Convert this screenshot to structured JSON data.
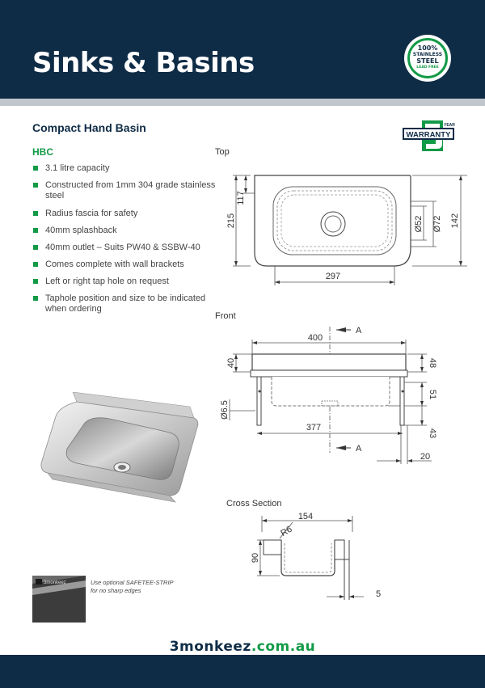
{
  "header": {
    "title": "Sinks & Basins"
  },
  "badge": {
    "line1": "100%",
    "line2": "STAINLESS",
    "line3": "STEEL",
    "line4": "LEAD FREE"
  },
  "product": {
    "subtitle": "Compact Hand Basin",
    "model": "HBC"
  },
  "features": [
    "3.1 litre capacity",
    "Constructed from 1mm 304 grade stainless steel",
    "Radius fascia for safety",
    "40mm splashback",
    "40mm outlet – Suits PW40 & SSBW-40",
    "Comes complete with wall brackets",
    "Left or right tap hole on request",
    "Taphole position and size to be indicated when ordering"
  ],
  "warranty": {
    "year_label": "YEAR",
    "number": "5",
    "word": "WARRANTY"
  },
  "diagrams": {
    "top": {
      "label": "Top",
      "dim_117": "117",
      "dim_215": "215",
      "dim_52": "Ø52",
      "dim_72": "Ø72",
      "dim_142": "142",
      "dim_297": "297"
    },
    "front": {
      "label": "Front",
      "dim_400": "400",
      "section_a_top": "A",
      "section_a_bottom": "A",
      "dim_40": "40",
      "dim_48": "48",
      "dim_65": "Ø6.5",
      "dim_51": "51",
      "dim_377": "377",
      "dim_43": "43",
      "dim_20": "20"
    },
    "cross": {
      "label": "Cross Section",
      "dim_154": "154",
      "dim_r6": "R6",
      "dim_90": "90",
      "dim_5": "5"
    }
  },
  "strip": {
    "brand": "3monkeez",
    "caption_line1": "Use optional SAFETEE-STRIP",
    "caption_line2": "for no sharp edges"
  },
  "website": {
    "brand": "3monkeez",
    "domain": ".com.au"
  },
  "colors": {
    "navy": "#0f2c46",
    "green": "#139a47",
    "grey_bar": "#c0c6cc"
  }
}
